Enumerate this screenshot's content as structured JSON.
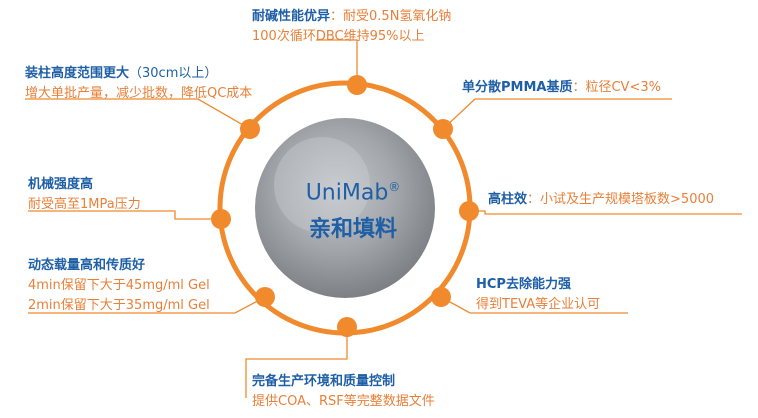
{
  "center": {
    "name": "UniMab",
    "registered_mark": "®",
    "subtitle": "亲和填料"
  },
  "features": {
    "top": {
      "title": "耐碱性能优异",
      "sep": "：",
      "desc1": "耐受0.5N氢氧化钠",
      "desc2": "100次循环DBC维持95%以上"
    },
    "upper_left": {
      "title": "装柱高度范围更大",
      "note": "（30cm以上）",
      "desc1": "增大单批产量，减少批数，降低QC成本"
    },
    "mid_left": {
      "title": "机械强度高",
      "desc1": "耐受高至1MPa压力"
    },
    "lower_left": {
      "title": "动态载量高和传质好",
      "desc1": "4min保留下大于45mg/ml  Gel",
      "desc2": "2min保留下大于35mg/ml  Gel"
    },
    "bottom": {
      "title": "完备生产环境和质量控制",
      "desc1": "提供COA、RSF等完整数据文件"
    },
    "upper_right": {
      "title": "单分散PMMA基质",
      "sep": "：",
      "desc1": "粒径CV<3%"
    },
    "mid_right": {
      "title": "高柱效",
      "sep": "：",
      "desc1": "小试及生产规模塔板数>5000"
    },
    "lower_right": {
      "title": "HCP去除能力强",
      "desc1": "得到TEVA等企业认可"
    }
  },
  "colors": {
    "accent_orange": "#f08a2c",
    "title_blue": "#1f5fa6",
    "desc_orange": "#e8803a",
    "sphere": "#9a9ea3"
  }
}
